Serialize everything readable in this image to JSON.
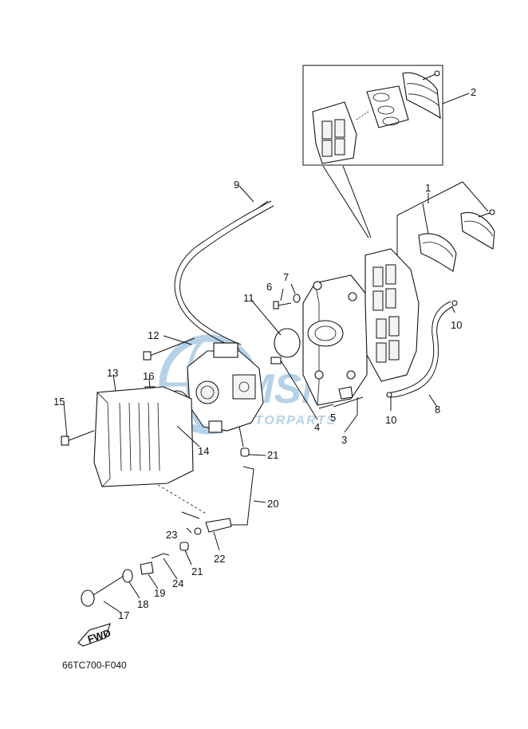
{
  "diagram_code": "66TC700-F040",
  "fwd_label": "FWD",
  "watermark": {
    "brand": "MSM",
    "sub": "MOTORPARTS",
    "color": "#2f7fc0"
  },
  "callouts": [
    "1",
    "2",
    "3",
    "4",
    "5",
    "6",
    "7",
    "8",
    "9",
    "10",
    "10",
    "11",
    "12",
    "13",
    "14",
    "15",
    "16",
    "17",
    "18",
    "19",
    "20",
    "21",
    "21",
    "22",
    "23",
    "24"
  ]
}
